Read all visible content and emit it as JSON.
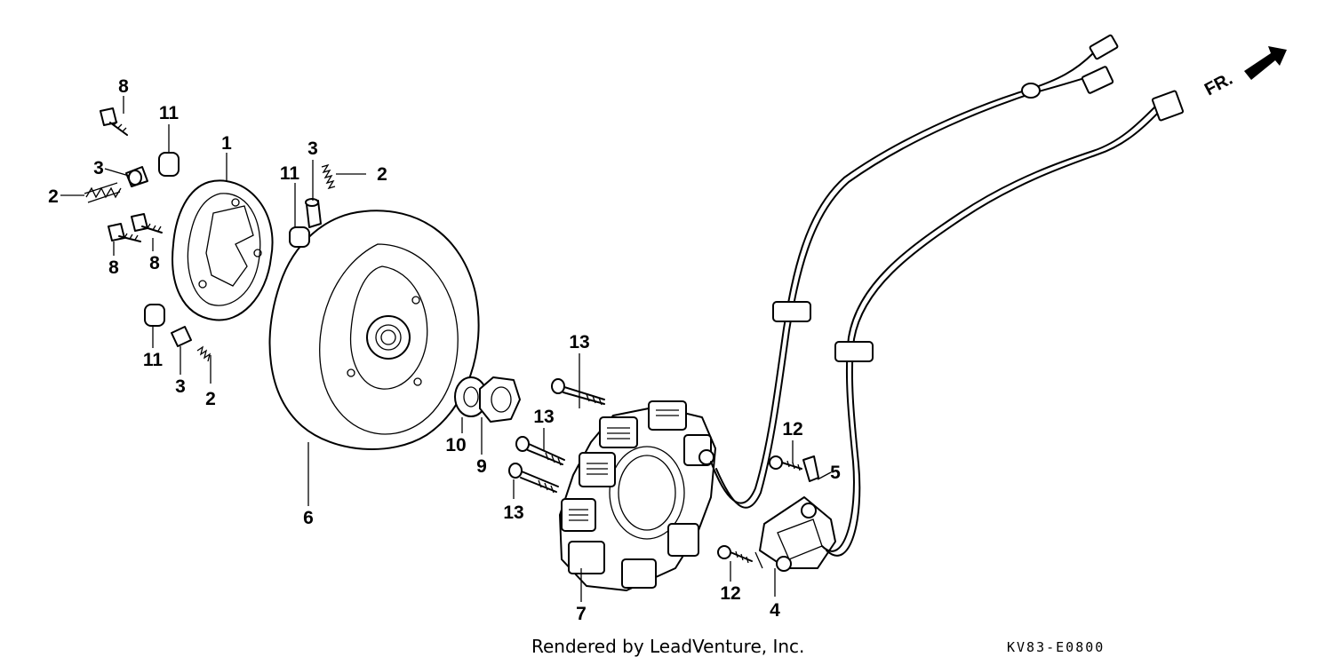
{
  "labels": {
    "l8a": "8",
    "l11a": "11",
    "l1": "1",
    "l3a": "3",
    "l2a": "2",
    "l8b": "8",
    "l8c": "8",
    "l3b": "3",
    "l11b": "11",
    "l2b": "2",
    "l11c": "11",
    "l3c": "3",
    "l2c": "2",
    "l6": "6",
    "l10": "10",
    "l9": "9",
    "l13a": "13",
    "l13b": "13",
    "l13c": "13",
    "l7": "7",
    "l12a": "12",
    "l5": "5",
    "l12b": "12",
    "l4": "4"
  },
  "direction_label": "FR.",
  "footer": {
    "credit": "Rendered by LeadVenture, Inc.",
    "code": "KV83-E0800"
  }
}
